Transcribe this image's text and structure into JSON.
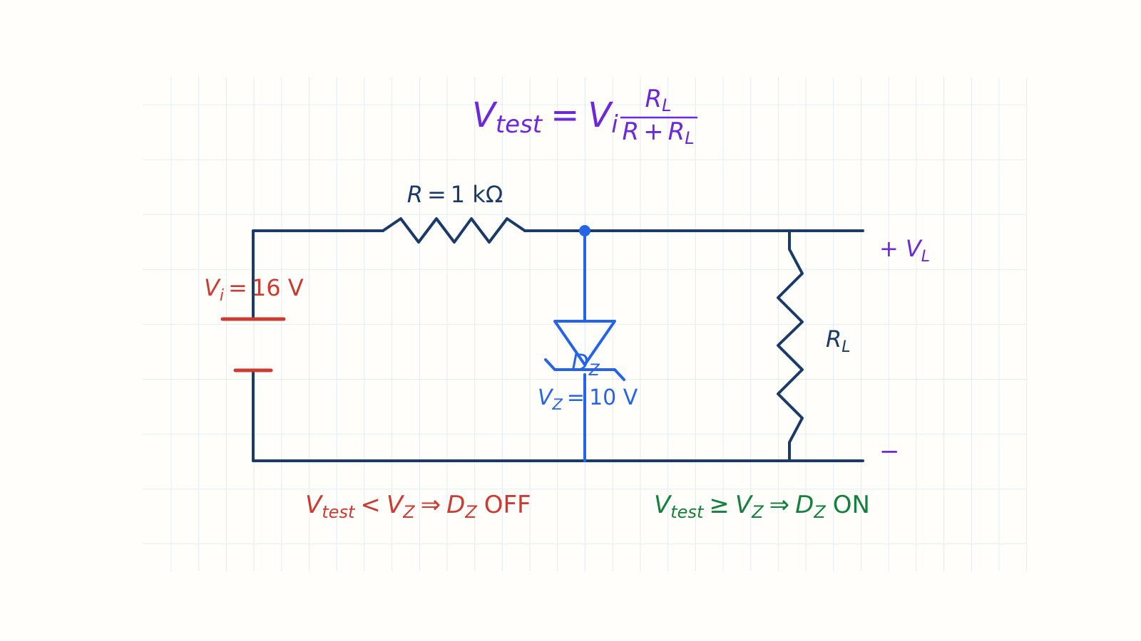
{
  "colors": {
    "background": "#fffefa",
    "grid": "#e3edf1",
    "wire": "#1a3a68",
    "source": "#cc3b31",
    "zener": "#2563e8",
    "voltage": "#6d28d9",
    "off": "#cc3b31",
    "on": "#15803d"
  },
  "equation": {
    "lhs_var": "V",
    "lhs_sub": "test",
    "eq": "=",
    "rhs_var": "V",
    "rhs_sub": "i",
    "num_var": "R",
    "num_sub": "L",
    "den_a": "R",
    "den_plus": "+",
    "den_b": "R",
    "den_b_sub": "L"
  },
  "resistor_r": {
    "var": "R",
    "eq": "=",
    "value": "1 kΩ"
  },
  "source": {
    "var": "V",
    "sub": "i",
    "eq": "=",
    "value": "16 V"
  },
  "zener": {
    "name_var": "D",
    "name_sub": "Z",
    "v_var": "V",
    "v_sub": "Z",
    "v_eq": "=",
    "v_value": "10 V"
  },
  "load": {
    "var": "R",
    "sub": "L"
  },
  "output": {
    "plus": "+",
    "var": "V",
    "sub": "L",
    "minus": "−"
  },
  "condition_off": {
    "a_var": "V",
    "a_sub": "test",
    "op": "<",
    "b_var": "V",
    "b_sub": "Z",
    "arrow": "⇒",
    "c_var": "D",
    "c_sub": "Z",
    "state": "OFF"
  },
  "condition_on": {
    "a_var": "V",
    "a_sub": "test",
    "op": "≥",
    "b_var": "V",
    "b_sub": "Z",
    "arrow": "⇒",
    "c_var": "D",
    "c_sub": "Z",
    "state": "ON"
  }
}
